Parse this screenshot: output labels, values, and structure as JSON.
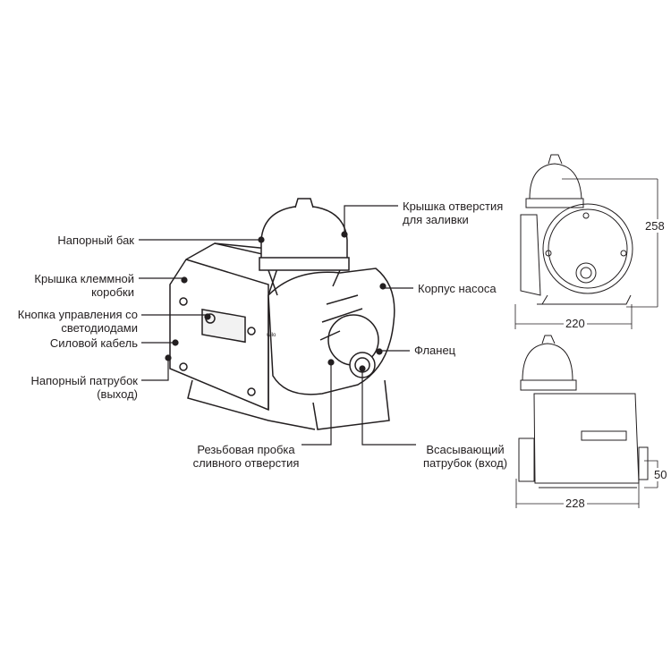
{
  "labels": {
    "tank": "Напорный бак",
    "terminal_cover_1": "Крышка клеммной",
    "terminal_cover_2": "коробки",
    "control_button_1": "Кнопка управления со",
    "control_button_2": "светодиодами",
    "power_cable": "Силовой кабель",
    "outlet_1": "Напорный патрубок",
    "outlet_2": "(выход)",
    "fill_cap_1": "Крышка отверстия",
    "fill_cap_2": "для заливки",
    "pump_housing": "Корпус насоса",
    "flange": "Фланец",
    "drain_plug_1": "Резьбовая пробка",
    "drain_plug_2": "сливного отверстия",
    "inlet_1": "Всасывающий",
    "inlet_2": "патрубок (вход)"
  },
  "dimensions": {
    "height": "258",
    "width_front": "220",
    "length_side": "228",
    "inlet_height": "50"
  },
  "brand": "wilo",
  "colors": {
    "line": "#231f20",
    "fill": "#ffffff"
  }
}
